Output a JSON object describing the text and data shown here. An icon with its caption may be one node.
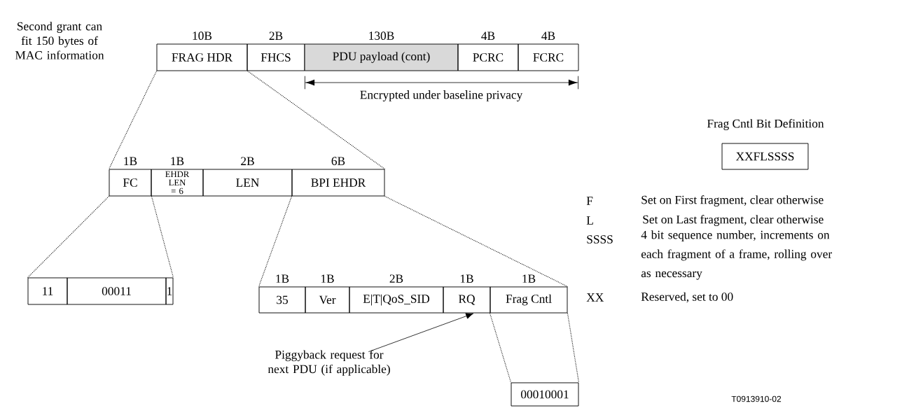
{
  "diagram": {
    "nodes": [
      {
        "text": [
          "FRAG HDR"
        ],
        "beside": [
          "10B"
        ]
      },
      {
        "text": [
          "FHCS"
        ],
        "beside": [
          "2B"
        ]
      },
      {
        "text": [
          "PDU payload (cont)"
        ],
        "beside": [
          "130B"
        ]
      },
      {
        "text": [
          "PCRC"
        ],
        "beside": [
          "4B"
        ]
      },
      {
        "text": [
          "FCRC"
        ],
        "beside": [
          "4B"
        ]
      },
      {
        "text": [
          "FC"
        ],
        "beside": [
          "1B"
        ]
      },
      {
        "text": [
          "EHDR LEN = 6"
        ],
        "beside": [
          "1B"
        ]
      },
      {
        "text": [
          "LEN"
        ],
        "beside": [
          "2B"
        ]
      },
      {
        "text": [
          "BPI EHDR"
        ],
        "beside": [
          "6B"
        ]
      },
      {
        "text": [
          "11"
        ]
      },
      {
        "text": [
          "00011"
        ]
      },
      {
        "text": [
          "1"
        ]
      },
      {
        "text": [
          "35"
        ],
        "beside": [
          "1B"
        ]
      },
      {
        "text": [
          "Ver"
        ],
        "beside": [
          "1B"
        ]
      },
      {
        "text": [
          "E|T|QoS_SID"
        ],
        "beside": [
          "2B"
        ]
      },
      {
        "text": [
          "RQ"
        ],
        "beside": [
          "1B"
        ]
      },
      {
        "text": [
          "Frag Cntl"
        ],
        "beside": [
          "1B"
        ]
      },
      {
        "text": [
          "00010001"
        ]
      },
      {
        "text": [
          "XXFLSSSS"
        ]
      },
      {
        "text": [
          "Piggyback request for next PDU (if applicable)"
        ]
      }
    ],
    "edges": [
      {
        "from": 0,
        "to": 5,
        "arrow": "none",
        "style": "dashed"
      },
      {
        "from": 0,
        "to": 8,
        "arrow": "none",
        "style": "dashed"
      },
      {
        "from": 5,
        "to": 9,
        "arrow": "none",
        "style": "dashed"
      },
      {
        "from": 5,
        "to": 11,
        "arrow": "none",
        "style": "dashed"
      },
      {
        "from": 8,
        "to": 12,
        "arrow": "none",
        "style": "dashed"
      },
      {
        "from": 8,
        "to": 16,
        "arrow": "none",
        "style": "dashed"
      },
      {
        "from": 16,
        "to": 17,
        "arrow": "none",
        "style": "dashed"
      },
      {
        "from": 16,
        "to": 17,
        "arrow": "none",
        "style": "dashed"
      },
      {
        "from": 19,
        "to": 15,
        "arrow": "to"
      }
    ],
    "labels": [
      "Second grant can fit 150 bytes of MAC information",
      "Encrypted under baseline privacy",
      "Frag Cntl Bit Definition",
      "F",
      "Set on First fragment, clear otherwise",
      "L",
      "Set on Last fragment, clear otherwise",
      "SSSS",
      "4 bit sequence number, increments on each fragment of a frame, rolling over as necessary",
      "XX",
      "Reserved, set to 00",
      "T0913910-02"
    ]
  }
}
